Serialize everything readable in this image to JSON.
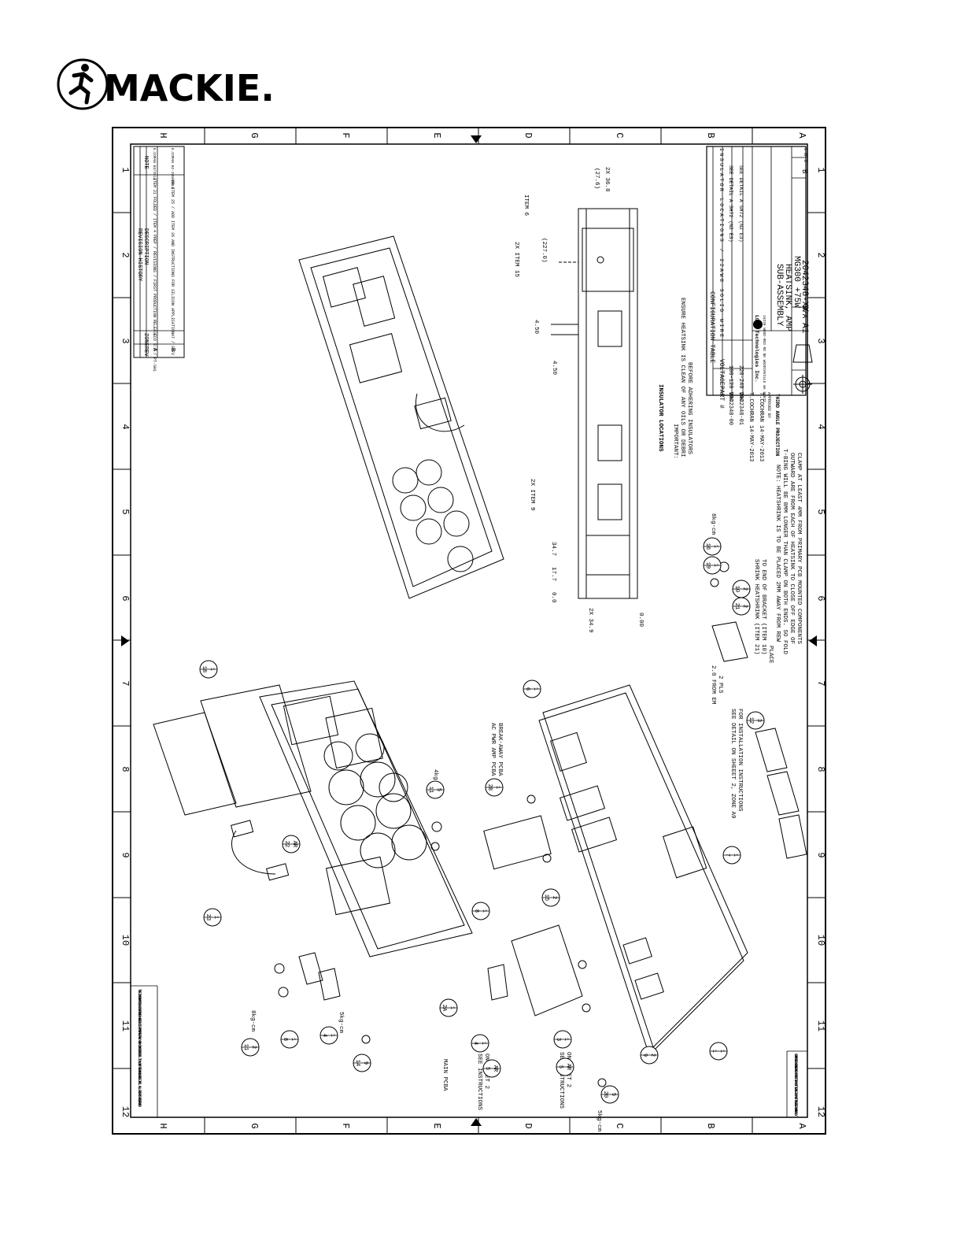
{
  "logo": {
    "brand_text": "MACKIE."
  },
  "border": {
    "columns_top": [
      "1",
      "2",
      "3",
      "4",
      "5",
      "6",
      "7",
      "8",
      "9",
      "10",
      "11",
      "12"
    ],
    "rows_side": [
      "H",
      "G",
      "F",
      "E",
      "D",
      "C",
      "B",
      "A"
    ]
  },
  "revision_history": {
    "title": "REVISION HISTORY",
    "headers": [
      "REV",
      "ZONE",
      "DESCRIPTION",
      "NOTE"
    ],
    "rows": [
      {
        "rev": "A",
        "zone": "ECO 0:0 / PT-SH1",
        "description": "ITEM 21 FOLDED / ITEM 4 PREP / REVISIONS / FIRST PRODUCTION RELEASE",
        "note": "E.COMAN 03/2014"
      },
      {
        "rev": "B",
        "zone": "A7 / SH72",
        "description": "ADD ITEM 25 / ADD ITEM 26 AND INSTRUCTIONS FOR SILICON APPLICATION",
        "note": "E.COMAN 02-JUN-2014"
      }
    ]
  },
  "confidential_note": "THE INFORMATION CONTAINED HEREIN IS PROPRIETARY AND CONFIDENTIAL TO LOUD TECHNOLOGIES INC. ALL RIGHTS RESERVED",
  "computer_note": "COMPUTER GENERATED PRINT DO NOT SCALE DO NOT REVISE MANUALLY",
  "configuration_table": {
    "title": "CONFIGURATION TABLE",
    "headers": [
      "PART #",
      "VOLTAGE",
      "INSULATOR LOCATIONS / 22AWG SOLID WIRE"
    ],
    "rows": [
      [
        "2042348-00",
        "100-120 VAC",
        "SEE DETAIL A SH72 (N2 E3)"
      ],
      [
        "2042348-01",
        "220-240 VAC",
        "SEE DETAIL A SH72 (N2 E3)"
      ]
    ],
    "designed_by": "T.COCHRAN 14-MAY-2013",
    "drawn_by": "T.COCHRAN 14-MAY-2013",
    "approved_by_label": "APPROVED BY",
    "company": "LOUD Technologies Inc.",
    "address": "16220 WOOD-RED RD NE WOODINVILLE WA 98072",
    "title_line1": "SUB-ASSEMBLY",
    "title_line2": "HEATSINK, AMP",
    "title_line3": "MG300 +75W",
    "size": "A1",
    "scale": "N/A",
    "drawing_number": "2042348-XX",
    "rev": "B",
    "sheet": "1 OF 2",
    "projection": "THIRD ANGLE PROJECTION"
  },
  "notes": {
    "insulator_heading": "INSULATOR LOCATIONS",
    "important": "IMPORTANT:",
    "insulator_lines": [
      "ENSURE HEATSINK IS CLEAN OF ANY OILS OR DEBRI",
      "BEFORE ADHERING INSULATORS"
    ],
    "shrink_lines": [
      "SHRINK HEATSHRINK (ITEM 21)",
      "TO END OF BRACKET (ITEM 10)",
      "PLACE",
      "NOTE: HEATSHRINK IS TO BE PLACED 2MM AWAY FROM REW",
      "T-BING WILL BE 8MM LONGER THAN CLAMP ON BOTH ENDS. SO FOLD",
      "OUTWARD ARE FROM EACH OF HEATSINK TO CLOSE OFF EDGE OF",
      "CLAMP AT LEAST 4MM FROM PRIMARY PCB MOUNTED COMPONENTS"
    ],
    "see_detail_lines": [
      "SEE DETAIL ON SHEEET 2, ZONE A9",
      "FOR INSTALLATION INSTRUCTIONS"
    ],
    "see_instructions_1": [
      "SEE INSTRUCTIONS",
      "ON SHEET 2"
    ],
    "see_instructions_2": [
      "SEE INSTRUCTIONS",
      "ON SHEET 2"
    ],
    "main_pcba": "MAIN PCBA",
    "amp_pcba": [
      "AC PWR AMP PCBA",
      "BREAK-AWAY PCBA"
    ],
    "from_em": [
      "2.0 FROM EM",
      "2 PLS"
    ]
  },
  "dimensions": {
    "d1": "2X 36.8",
    "d2": "(27.6)",
    "d3": "(227.0)",
    "d4": "4.50",
    "d5": "4.50",
    "d6": "34.7",
    "d7": "17.7",
    "d8": "0.0",
    "d9": "2X 34.9",
    "d10": "0.00",
    "item6": "ITEM 6",
    "item15": "2X ITEM 15",
    "item9": "2X ITEM 9"
  },
  "torques": {
    "t1": "8kg-cm",
    "t2": "4kg-cm",
    "t3": "8kg-cm",
    "t4": "5kg-cm",
    "t5": "5kg-cm"
  },
  "balloons": [
    {
      "num": "18",
      "qty": "1"
    },
    {
      "num": "22",
      "qty": "AR"
    },
    {
      "num": "23",
      "qty": "1"
    },
    {
      "num": "11",
      "qty": "5"
    },
    {
      "num": "28",
      "qty": "1"
    },
    {
      "num": "8",
      "qty": "1"
    },
    {
      "num": "6",
      "qty": "1"
    },
    {
      "num": "15",
      "qty": "2"
    },
    {
      "num": "7",
      "qty": "1"
    },
    {
      "num": "12",
      "qty": "3"
    },
    {
      "num": "16",
      "qty": "1"
    },
    {
      "num": "19",
      "qty": "1"
    },
    {
      "num": "10",
      "qty": "2"
    },
    {
      "num": "21",
      "qty": "2"
    },
    {
      "num": "11",
      "qty": "2"
    },
    {
      "num": "8",
      "qty": "1"
    },
    {
      "num": "4",
      "qty": "1"
    },
    {
      "num": "14",
      "qty": "9"
    },
    {
      "num": "2A",
      "qty": "1"
    },
    {
      "num": "4",
      "qty": "1"
    },
    {
      "num": "5",
      "qty": "AR"
    },
    {
      "num": "3",
      "qty": "1"
    },
    {
      "num": "5",
      "qty": "AR"
    },
    {
      "num": "20",
      "qty": "5"
    },
    {
      "num": "9",
      "qty": "2"
    },
    {
      "num": "1",
      "qty": "1"
    }
  ]
}
